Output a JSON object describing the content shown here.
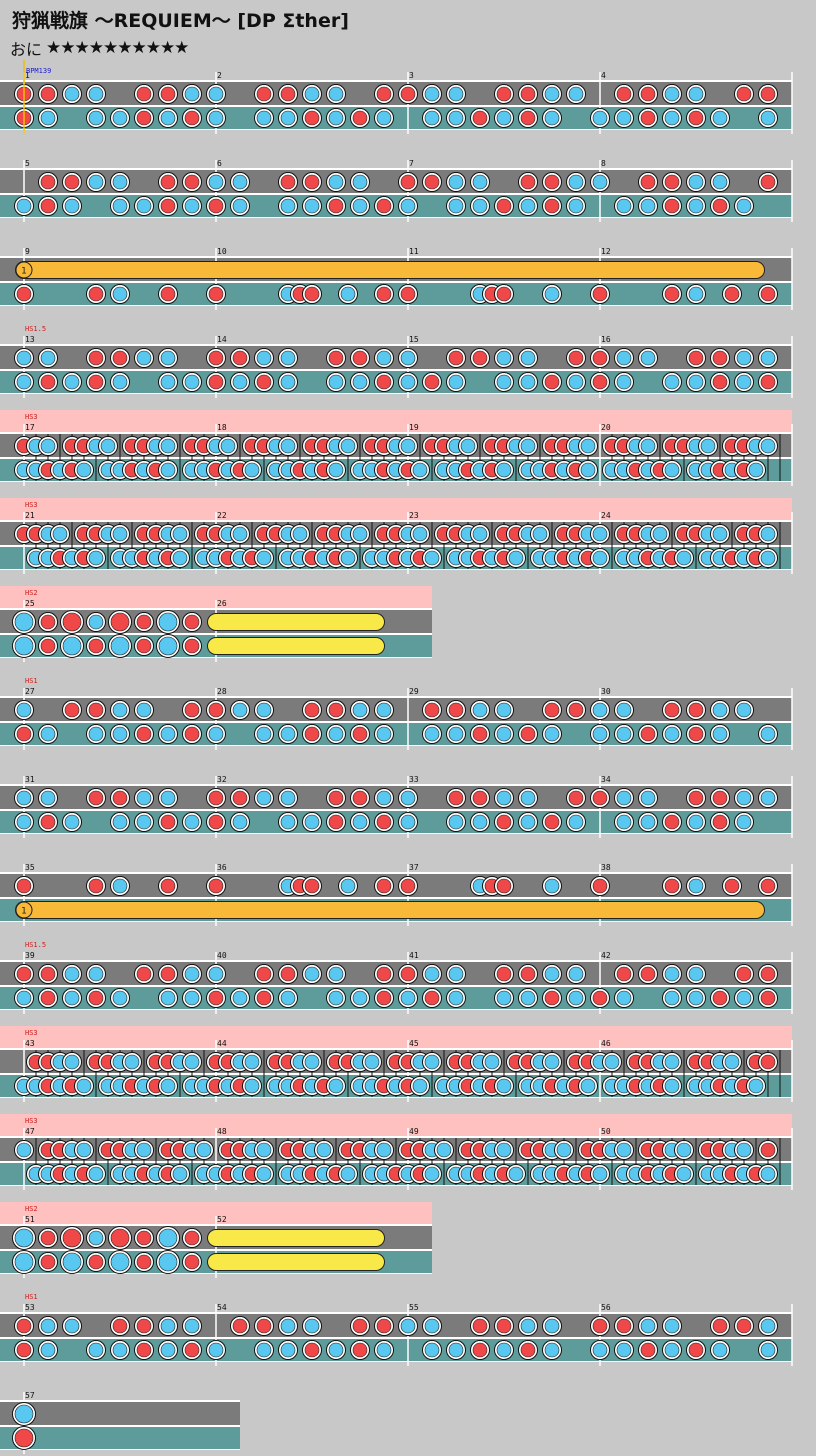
{
  "song": {
    "title": "狩猟戦旗 ～REQUIEM～ [DP Σther]",
    "difficulty_label": "おに",
    "stars": "★★★★★★★★★★",
    "level": 10
  },
  "colors": {
    "background": "#c8c8c8",
    "lane_top": "#7b7b7b",
    "lane_bottom": "#5e9c9c",
    "don": "#f04848",
    "ka": "#58c8f0",
    "drumroll": "#f8b838",
    "balloon": "#f8e848",
    "gogo_band": "#ffc0c0",
    "event_text": "#d02020",
    "bpm_text": "#2020d0"
  },
  "bpm_label": "BPM139",
  "events": [
    {
      "row": 3,
      "label": "HS1.5"
    },
    {
      "row": 4,
      "label": "HS3"
    },
    {
      "row": 5,
      "label": "HS3"
    },
    {
      "row": 6,
      "label": "HS2"
    },
    {
      "row": 7,
      "label": "HS1"
    },
    {
      "row": 10,
      "label": "HS1.5"
    },
    {
      "row": 11,
      "label": "HS3"
    },
    {
      "row": 12,
      "label": "HS3"
    },
    {
      "row": 13,
      "label": "HS2"
    },
    {
      "row": 14,
      "label": "HS1"
    }
  ],
  "rows": [
    {
      "measures": [
        "1",
        "2",
        "3",
        "4"
      ]
    },
    {
      "measures": [
        "5",
        "6",
        "7",
        "8"
      ]
    },
    {
      "measures": [
        "9",
        "10",
        "11",
        "12"
      ],
      "roll_label": "1"
    },
    {
      "measures": [
        "13",
        "14",
        "15",
        "16"
      ]
    },
    {
      "measures": [
        "17",
        "18",
        "19",
        "20"
      ]
    },
    {
      "measures": [
        "21",
        "22",
        "23",
        "24"
      ]
    },
    {
      "measures": [
        "25",
        "26"
      ]
    },
    {
      "measures": [
        "27",
        "28",
        "29",
        "30"
      ]
    },
    {
      "measures": [
        "31",
        "32",
        "33",
        "34"
      ]
    },
    {
      "measures": [
        "35",
        "36",
        "37",
        "38"
      ],
      "roll_label": "1"
    },
    {
      "measures": [
        "39",
        "40",
        "41",
        "42"
      ]
    },
    {
      "measures": [
        "43",
        "44",
        "45",
        "46"
      ]
    },
    {
      "measures": [
        "47",
        "48",
        "49",
        "50"
      ]
    },
    {
      "measures": [
        "51",
        "52"
      ]
    },
    {
      "measures": [
        "53",
        "54",
        "55",
        "56"
      ]
    },
    {
      "measures": [
        "57"
      ]
    }
  ]
}
